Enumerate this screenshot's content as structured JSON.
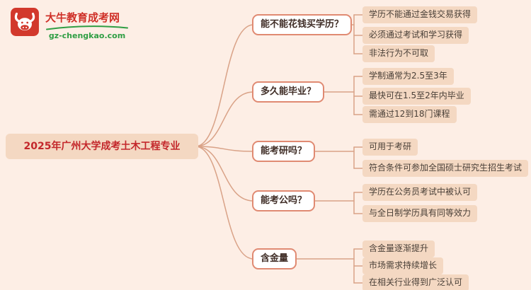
{
  "logo": {
    "title": "大牛教育成考网",
    "url": "gz-chengkao.com"
  },
  "root": {
    "label": "2025年广州大学成考土木工程专业"
  },
  "branches": [
    {
      "question": "能不能花钱买学历？",
      "answers": [
        "学历不能通过金钱交易获得",
        "必须通过考试和学习获得",
        "非法行为不可取"
      ]
    },
    {
      "question": "多久能毕业？",
      "answers": [
        "学制通常为2.5至3年",
        "最快可在1.5至2年内毕业",
        "需通过12到18门课程"
      ]
    },
    {
      "question": "能考研吗？",
      "answers": [
        "可用于考研",
        "符合条件可参加全国硕士研究生招生考试"
      ]
    },
    {
      "question": "能考公吗？",
      "answers": [
        "学历在公务员考试中被认可",
        "与全日制学历具有同等效力"
      ]
    },
    {
      "question": "含金量",
      "answers": [
        "含金量逐渐提升",
        "市场需求持续增长",
        "在相关行业得到广泛认可"
      ]
    }
  ],
  "colors": {
    "background": "#fdeee5",
    "brand_red": "#cf3028",
    "brand_green": "#2f9e44",
    "node_fill": "#f4d8c2",
    "question_border": "#e08a72",
    "connector_line": "#d9a287",
    "root_text": "#c3272b",
    "question_text": "#3f2d26",
    "answer_text": "#4a4038"
  }
}
